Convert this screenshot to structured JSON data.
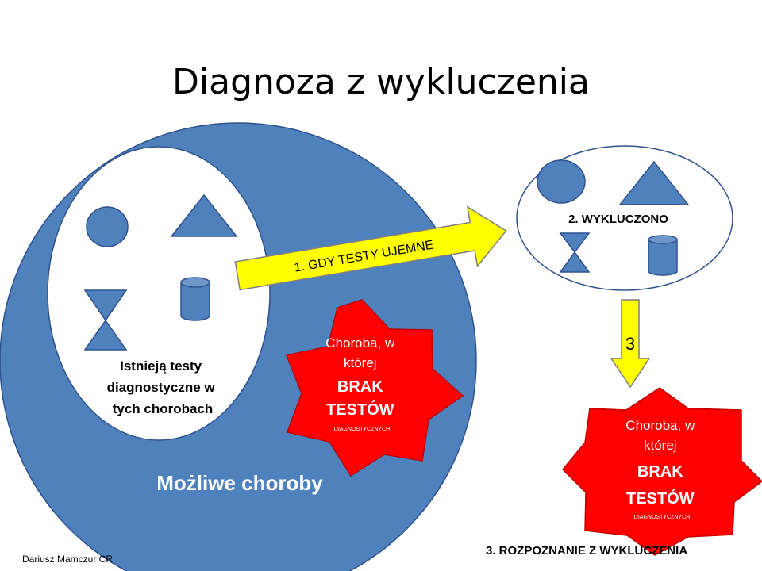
{
  "title": "Diagnoza z wykluczenia",
  "colors": {
    "blue": "#4f81bd",
    "blue_stroke": "#2f528f",
    "star_red": "#ff0000",
    "arrow_yellow": "#ffff00",
    "arrow_stroke": "#7f7f7f"
  },
  "left_group": {
    "label": "Możliwe choroby",
    "inner_text": [
      "Istnieją testy",
      "diagnostyczne w",
      "tych chorobach"
    ],
    "icons": [
      "circle-icon",
      "triangle-icon",
      "hourglass-icon",
      "cylinder-icon"
    ]
  },
  "star_left": {
    "line1": "Choroba,  w",
    "line2": "której",
    "bold1": "BRAK",
    "bold2": "TESTÓW",
    "small": "DIAGNOSTYCZNYCH"
  },
  "arrow1": {
    "label": "1. GDY TESTY UJEMNE"
  },
  "right_group": {
    "label": "2. WYKLUCZONO",
    "icons": [
      "circle-icon",
      "triangle-icon",
      "hourglass-icon",
      "cylinder-icon"
    ]
  },
  "arrow3": {
    "label": "3"
  },
  "star_right": {
    "line1": "Choroba,  w",
    "line2": "której",
    "bold1": "BRAK",
    "bold2": "TESTÓW",
    "small": "DIAGNOSTYCZNYCH"
  },
  "final_label": "3. ROZPOZNANIE Z WYKLUCZENIA",
  "author": "Dariusz Mamczur CR"
}
